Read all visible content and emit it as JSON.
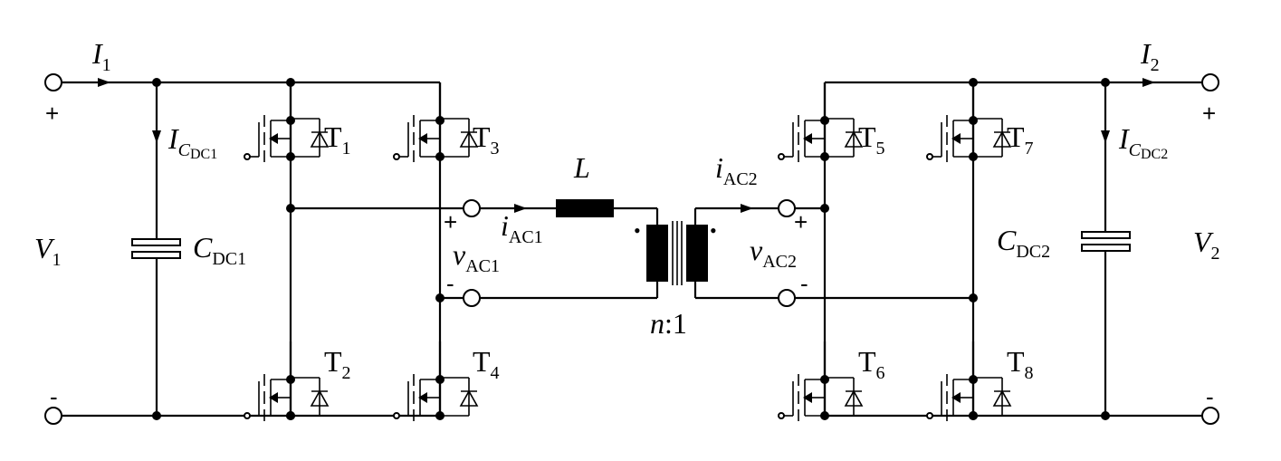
{
  "labels": {
    "I1": "I",
    "I1_sub": "1",
    "I2": "I",
    "I2_sub": "2",
    "V1": "V",
    "V1_sub": "1",
    "V2": "V",
    "V2_sub": "2",
    "ICDC1": "I",
    "ICDC1_sub": "C",
    "ICDC1_subsub": "DC1",
    "ICDC2": "I",
    "ICDC2_sub": "C",
    "ICDC2_subsub": "DC2",
    "CDC1": "C",
    "CDC1_sub": "DC1",
    "CDC2": "C",
    "CDC2_sub": "DC2",
    "L": "L",
    "iAC1": "i",
    "iAC1_sub": "AC1",
    "iAC2": "i",
    "iAC2_sub": "AC2",
    "vAC1": "v",
    "vAC1_sub": "AC1",
    "vAC2": "v",
    "vAC2_sub": "AC2",
    "ratio_n": "n",
    "ratio_rest": ":1",
    "T1": "T",
    "T1_sub": "1",
    "T2": "T",
    "T2_sub": "2",
    "T3": "T",
    "T3_sub": "3",
    "T4": "T",
    "T4_sub": "4",
    "T5": "T",
    "T5_sub": "5",
    "T6": "T",
    "T6_sub": "6",
    "T7": "T",
    "T7_sub": "7",
    "T8": "T",
    "T8_sub": "8",
    "plus": "+",
    "minus": "-",
    "dot": "•"
  }
}
